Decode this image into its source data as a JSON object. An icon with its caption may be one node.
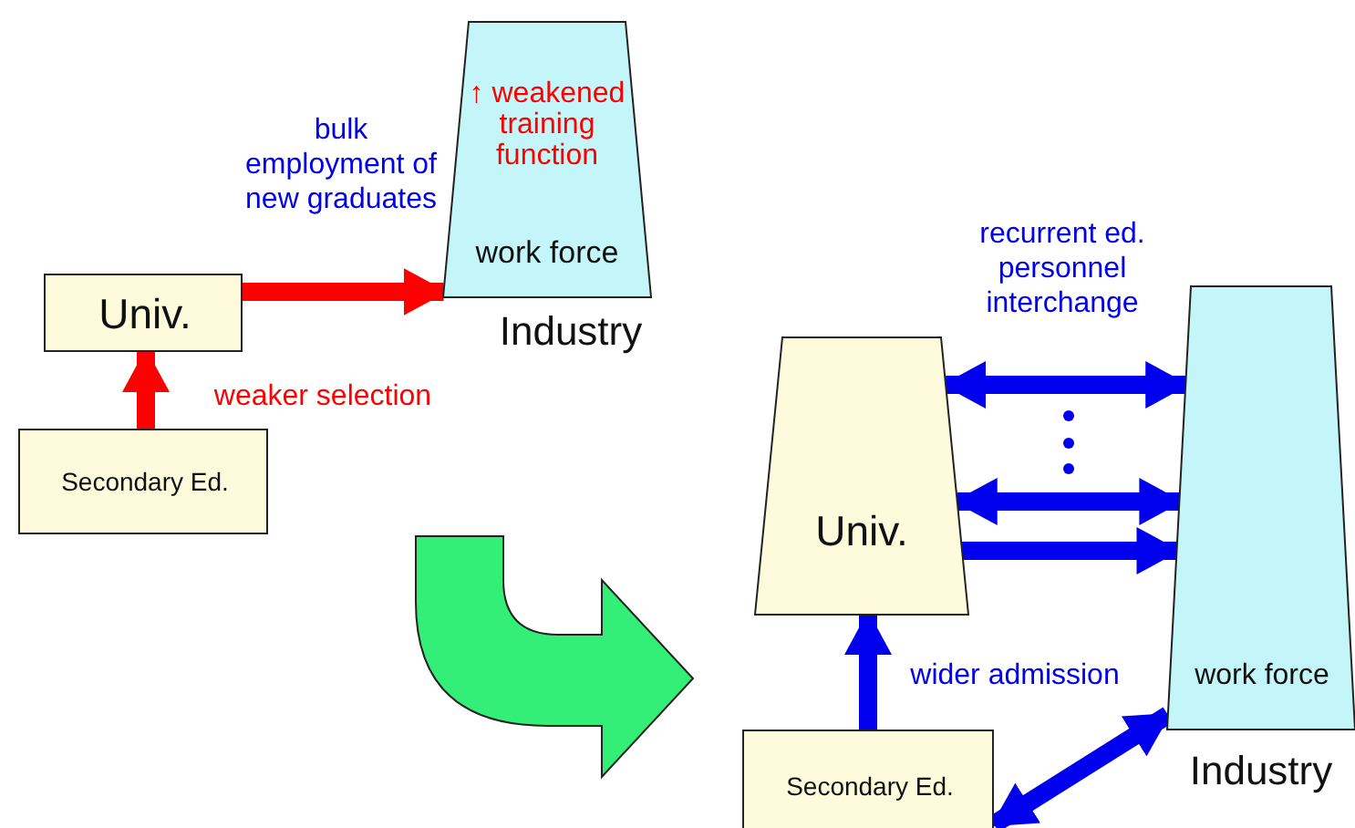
{
  "diagram": {
    "nodes": [
      {
        "text": [
          "Univ."
        ]
      },
      {
        "text": [
          "↑ weakened training function",
          "work force"
        ],
        "beside": [
          "Industry"
        ]
      },
      {
        "text": [
          "Secondary Ed."
        ]
      },
      {
        "text": [
          "Univ."
        ]
      },
      {
        "text": [
          "work force"
        ],
        "beside": [
          "Industry"
        ]
      },
      {
        "text": [
          "Secondary Ed."
        ]
      }
    ],
    "edges": [
      {
        "from": 0,
        "to": 1,
        "arrow": "to",
        "label": "bulk employment of new graduates",
        "color": "#ff0000"
      },
      {
        "from": 2,
        "to": 0,
        "arrow": "to",
        "label": "weaker selection",
        "color": "#ff0000"
      },
      {
        "from": 3,
        "to": 4,
        "arrow": "both",
        "label": "recurrent ed. personnel interchange"
      },
      {
        "from": 3,
        "to": 4,
        "arrow": "both"
      },
      {
        "from": 3,
        "to": 4,
        "arrow": "to"
      },
      {
        "from": 5,
        "to": 3,
        "arrow": "to",
        "label": "wider admission"
      },
      {
        "from": 5,
        "to": 4,
        "arrow": "both"
      }
    ]
  }
}
